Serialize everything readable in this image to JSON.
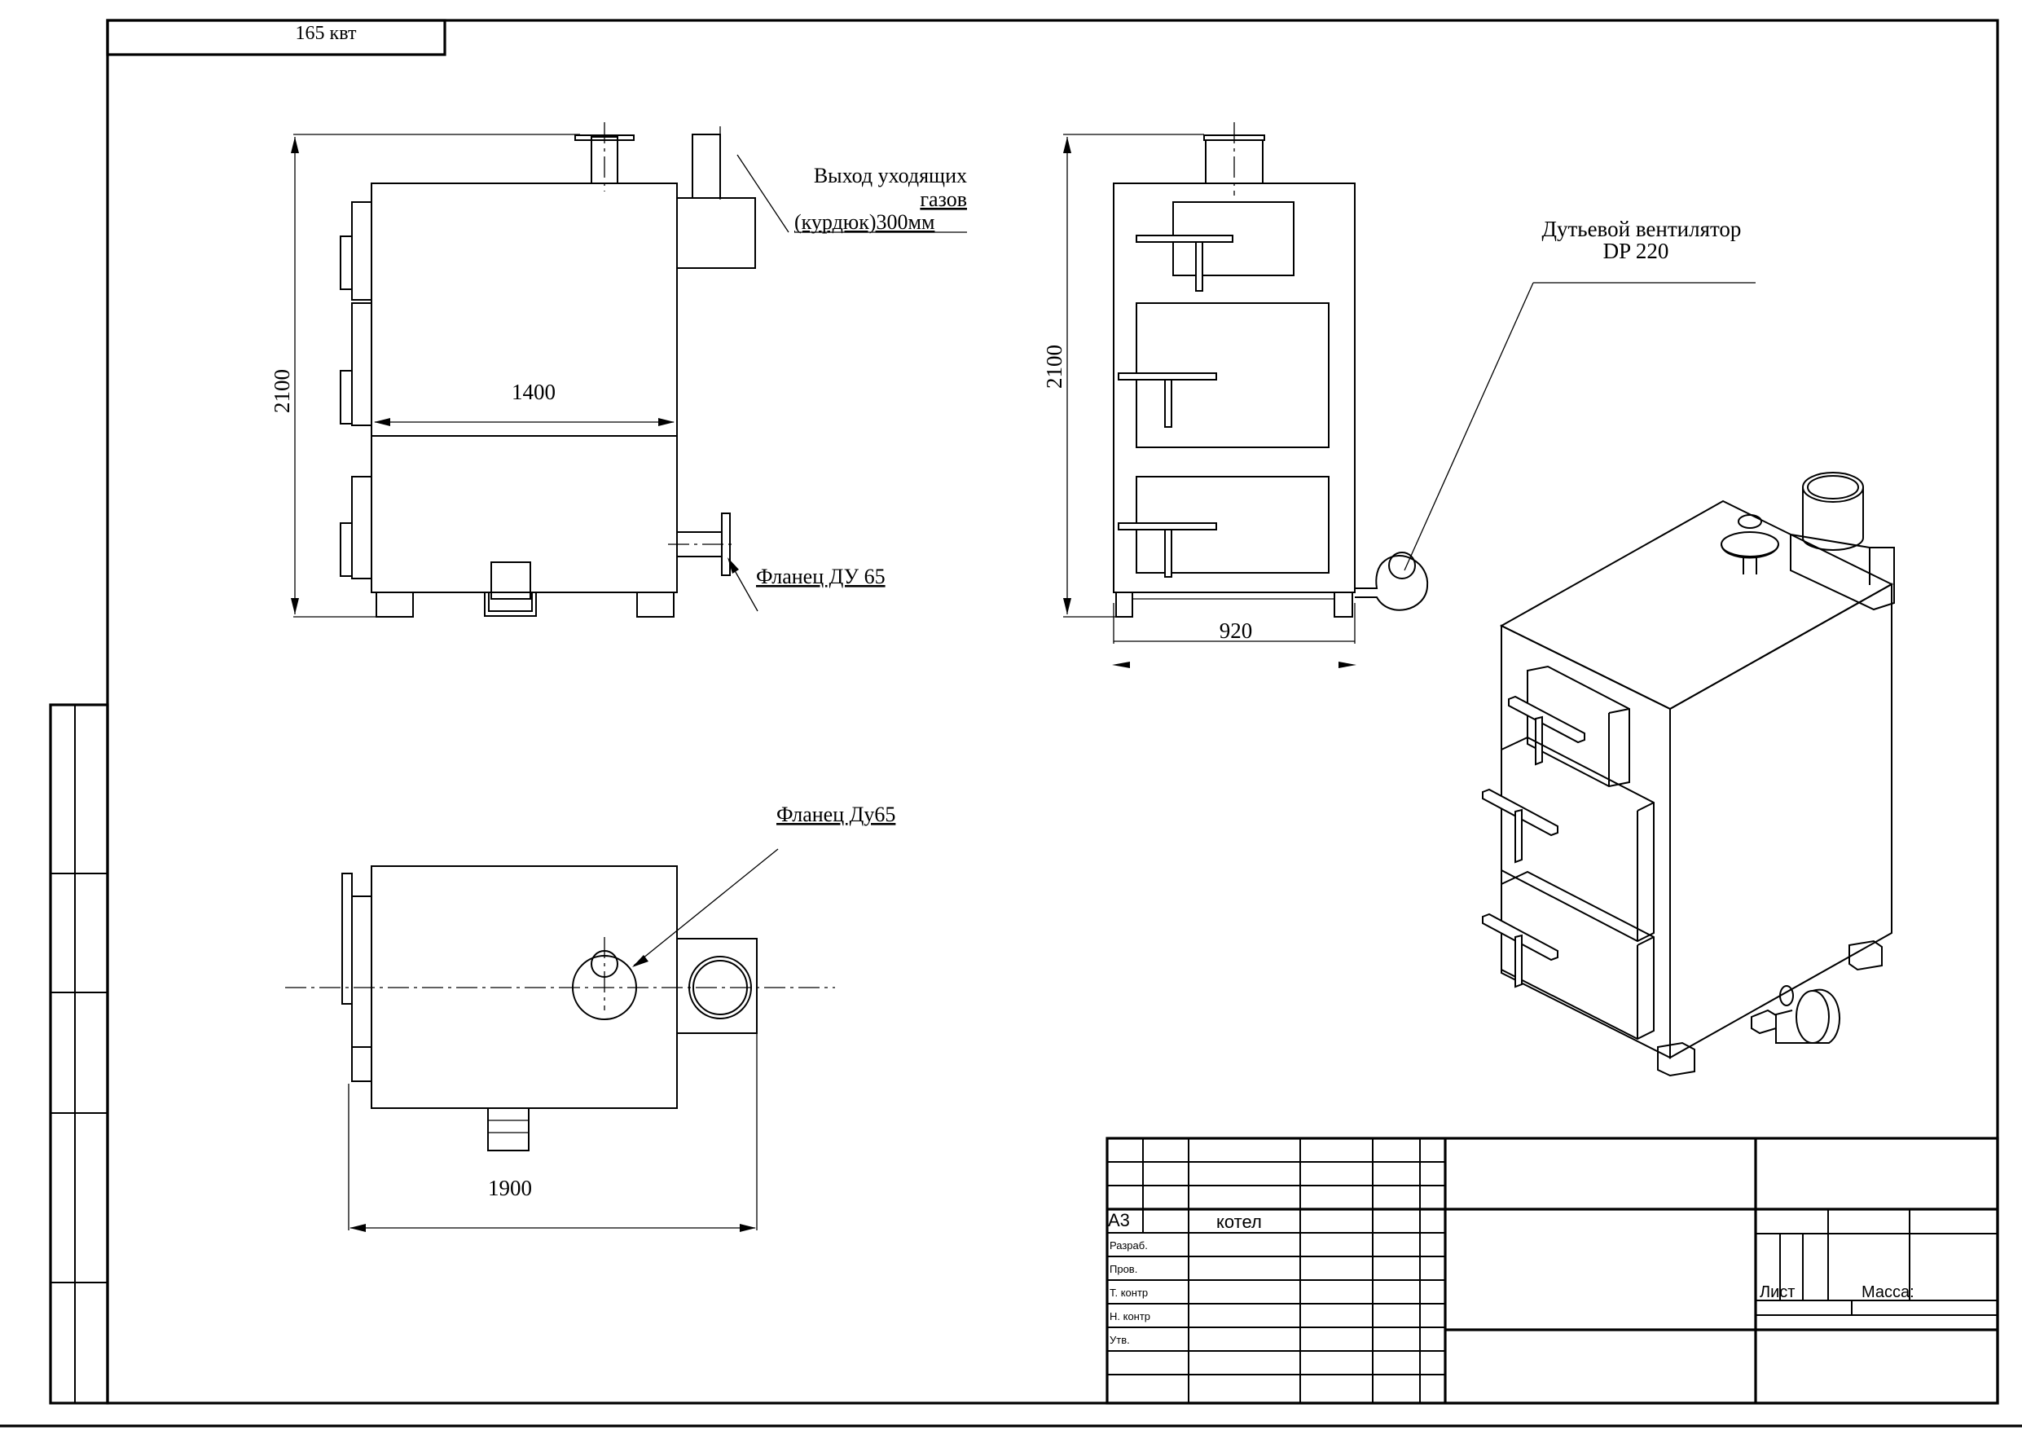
{
  "stamp": {
    "power": "165 квт"
  },
  "side_view": {
    "height_dim": "2100",
    "width_dim": "1400"
  },
  "front_view": {
    "height_dim": "2100",
    "width_dim": "920"
  },
  "top_view": {
    "width_dim": "1900"
  },
  "callouts": {
    "exhaust_line1": "Выход  уходящих",
    "exhaust_line2": "газов",
    "exhaust_line3": "(курдюк)300мм",
    "flange_side": "Фланец ДУ 65",
    "flange_top": "Фланец Ду65",
    "fan_line1": "Дутьевой вентилятор",
    "fan_line2": "DP 220"
  },
  "title_block": {
    "format": "А3",
    "name": "котел",
    "rows": [
      "Разраб.",
      "Пров.",
      "Т.  контр",
      "Н. контр",
      "Утв."
    ],
    "sheet_label": "Лист",
    "mass_label": "Масса:"
  }
}
